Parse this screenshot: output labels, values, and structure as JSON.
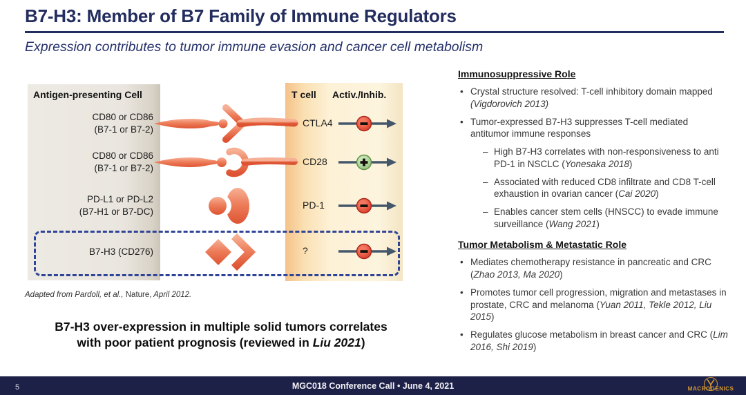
{
  "header": {
    "title": "B7-H3: Member of B7 Family of Immune Regulators",
    "subtitle": "Expression contributes to tumor immune evasion and cancer cell metabolism"
  },
  "diagram": {
    "apc_header": "Antigen-presenting Cell",
    "tcell_header": "T cell",
    "activ_header": "Activ./Inhib.",
    "rows": [
      {
        "ligand_lines": [
          "CD80 or CD86",
          "(B7-1 or B7-2)"
        ],
        "receptor": "CTLA4",
        "sign": "inhibit",
        "highlighted": false
      },
      {
        "ligand_lines": [
          "CD80 or CD86",
          "(B7-1 or B7-2)"
        ],
        "receptor": "CD28",
        "sign": "activate",
        "highlighted": false
      },
      {
        "ligand_lines": [
          "PD-L1 or PD-L2",
          "(B7-H1 or B7-DC)"
        ],
        "receptor": "PD-1",
        "sign": "inhibit",
        "highlighted": false
      },
      {
        "ligand_lines": [
          "B7-H3 (CD276)"
        ],
        "receptor": "?",
        "sign": "inhibit",
        "highlighted": true
      }
    ],
    "caption_parts": [
      {
        "text": "Adapted from Pardoll, et al., ",
        "italic": true
      },
      {
        "text": "Nature,",
        "italic": false
      },
      {
        "text": " April 2012.",
        "italic": true
      }
    ]
  },
  "key_statement": {
    "lines": [
      [
        {
          "text": "B7-H3 over-expression in multiple solid tumors correlates"
        }
      ],
      [
        {
          "text": "with poor patient prognosis (reviewed in "
        },
        {
          "text": "Liu 2021",
          "italic": true
        },
        {
          "text": ")"
        }
      ]
    ]
  },
  "right_panel": {
    "bullet_char": "•",
    "sub_bullet_char": "–",
    "sections": [
      {
        "heading": "Immunosuppressive Role",
        "items": [
          {
            "level": 1,
            "parts": [
              {
                "text": "Crystal structure resolved: T-cell inhibitory domain mapped "
              },
              {
                "text": "(Vigdorovich 2013)",
                "italic": true
              }
            ]
          },
          {
            "level": 1,
            "parts": [
              {
                "text": "Tumor-expressed B7-H3 suppresses T-cell mediated antitumor immune responses"
              }
            ]
          },
          {
            "level": 2,
            "parts": [
              {
                "text": "High B7-H3 correlates with non-responsiveness to anti PD-1 in NSCLC ("
              },
              {
                "text": "Yonesaka 2018",
                "italic": true
              },
              {
                "text": ")"
              }
            ]
          },
          {
            "level": 2,
            "parts": [
              {
                "text": "Associated with reduced CD8 infiltrate and CD8 T-cell exhaustion in ovarian cancer ("
              },
              {
                "text": "Cai 2020",
                "italic": true
              },
              {
                "text": ")"
              }
            ]
          },
          {
            "level": 2,
            "parts": [
              {
                "text": "Enables cancer stem cells (HNSCC) to evade immune surveillance ("
              },
              {
                "text": "Wang 2021",
                "italic": true
              },
              {
                "text": ")"
              }
            ]
          }
        ]
      },
      {
        "heading": "Tumor Metabolism & Metastatic Role",
        "items": [
          {
            "level": 1,
            "parts": [
              {
                "text": "Mediates chemotherapy resistance in pancreatic and CRC ("
              },
              {
                "text": "Zhao 2013, Ma 2020",
                "italic": true
              },
              {
                "text": ")"
              }
            ]
          },
          {
            "level": 1,
            "parts": [
              {
                "text": "Promotes tumor cell progression, migration and metastases in prostate, CRC and melanoma ("
              },
              {
                "text": "Yuan 2011, Tekle 2012, Liu 2015",
                "italic": true
              },
              {
                "text": ")"
              }
            ]
          },
          {
            "level": 1,
            "parts": [
              {
                "text": "Regulates glucose metabolism in breast cancer and CRC ("
              },
              {
                "text": "Lim 2016, Shi 2019",
                "italic": true
              },
              {
                "text": ")"
              }
            ]
          }
        ]
      }
    ]
  },
  "footer": {
    "page_number": "5",
    "center_text": "MGC018 Conference Call • June 4, 2021",
    "logo_text": "MACROGENICS"
  },
  "colors": {
    "title_navy": "#232d5e",
    "footer_navy": "#1d2047",
    "coral_shape": "#ed7a58",
    "inhibit_red": "#d02e1c",
    "activate_green": "#86b86a",
    "highlight_dashed_blue": "#2f4496",
    "apc_column_grey": "#eae6df",
    "tcell_column_orange": "#f5c188",
    "logo_gold": "#d0982f"
  }
}
